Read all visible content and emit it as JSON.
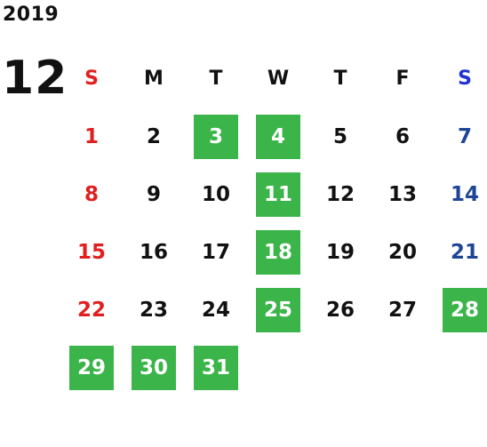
{
  "calendar": {
    "year": "2019",
    "month": "12",
    "weekday_headers": [
      "S",
      "M",
      "T",
      "W",
      "T",
      "F",
      "S"
    ],
    "colors": {
      "sunday": "#e02020",
      "saturday": "#1f4696",
      "saturday_header": "#1f33d0",
      "weekday": "#111111",
      "highlight_bg": "#3bb54a",
      "highlight_text": "#ffffff"
    },
    "weeks": [
      [
        {
          "day": "1",
          "highlight": false
        },
        {
          "day": "2",
          "highlight": false
        },
        {
          "day": "3",
          "highlight": true
        },
        {
          "day": "4",
          "highlight": true
        },
        {
          "day": "5",
          "highlight": false
        },
        {
          "day": "6",
          "highlight": false
        },
        {
          "day": "7",
          "highlight": false
        }
      ],
      [
        {
          "day": "8",
          "highlight": false
        },
        {
          "day": "9",
          "highlight": false
        },
        {
          "day": "10",
          "highlight": false
        },
        {
          "day": "11",
          "highlight": true
        },
        {
          "day": "12",
          "highlight": false
        },
        {
          "day": "13",
          "highlight": false
        },
        {
          "day": "14",
          "highlight": false
        }
      ],
      [
        {
          "day": "15",
          "highlight": false
        },
        {
          "day": "16",
          "highlight": false
        },
        {
          "day": "17",
          "highlight": false
        },
        {
          "day": "18",
          "highlight": true
        },
        {
          "day": "19",
          "highlight": false
        },
        {
          "day": "20",
          "highlight": false
        },
        {
          "day": "21",
          "highlight": false
        }
      ],
      [
        {
          "day": "22",
          "highlight": false
        },
        {
          "day": "23",
          "highlight": false
        },
        {
          "day": "24",
          "highlight": false
        },
        {
          "day": "25",
          "highlight": true
        },
        {
          "day": "26",
          "highlight": false
        },
        {
          "day": "27",
          "highlight": false
        },
        {
          "day": "28",
          "highlight": true
        }
      ],
      [
        {
          "day": "29",
          "highlight": true
        },
        {
          "day": "30",
          "highlight": true
        },
        {
          "day": "31",
          "highlight": true
        },
        {
          "day": "",
          "highlight": false
        },
        {
          "day": "",
          "highlight": false
        },
        {
          "day": "",
          "highlight": false
        },
        {
          "day": "",
          "highlight": false
        }
      ]
    ]
  }
}
